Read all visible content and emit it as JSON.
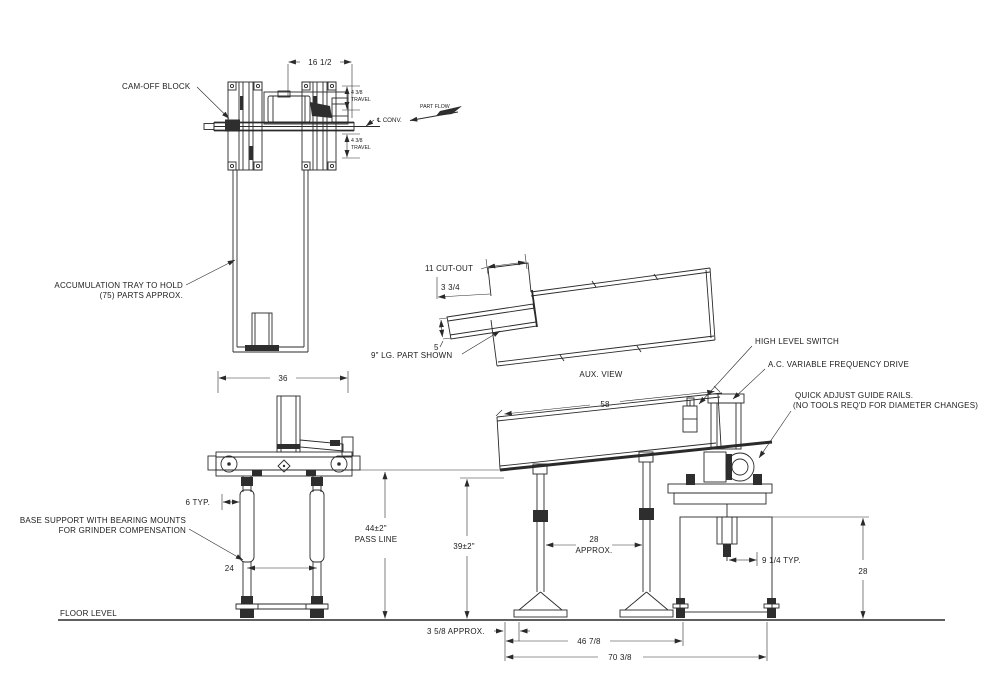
{
  "top_view": {
    "cam_off_block_label": "CAM-OFF BLOCK",
    "width_dim": "16 1/2",
    "travel_value": "4 3/8",
    "travel_word": "TRAVEL",
    "conveyor_centerline_label": "℄ CONV.",
    "part_flow_label": "PART FLOW",
    "accumulation_note_line1": "ACCUMULATION TRAY TO HOLD",
    "accumulation_note_line2": "(75) PARTS APPROX."
  },
  "aux_view": {
    "title": "AUX. VIEW",
    "cutout_width_dim": "11 CUT-OUT",
    "cutout_offset_dim": "3 3/4",
    "part_height_dim": "5",
    "part_note": "9\" LG. PART SHOWN"
  },
  "front_view": {
    "width_dim": "36",
    "leg_offset_dim": "6 TYP.",
    "leg_spacing_dim": "24",
    "base_note_line1": "BASE SUPPORT WITH BEARING MOUNTS",
    "base_note_line2": "FOR GRINDER COMPENSATION",
    "pass_line_height_dim": "44±2\"",
    "pass_line_label": "PASS LINE"
  },
  "side_view": {
    "tray_length_dim": "58",
    "infeed_height_dim": "39±2\"",
    "stand_spacing_value": "28",
    "stand_spacing_qualifier": "APPROX.",
    "high_level_switch_label": "HIGH LEVEL SWITCH",
    "vfd_label": "A.C. VARIABLE FREQUENCY DRIVE",
    "guide_rails_label_line1": "QUICK ADJUST GUIDE RAILS.",
    "guide_rails_label_line2": "(NO TOOLS REQ'D FOR DIAMETER CHANGES)",
    "rail_offset_dim": "9 1/4 TYP.",
    "cabinet_height_dim": "28",
    "stand_foot_offset_dim": "3 5/8 APPROX.",
    "stand_span_dim": "46 7/8",
    "overall_length_dim": "70 3/8"
  },
  "floor": {
    "label": "FLOOR LEVEL"
  }
}
